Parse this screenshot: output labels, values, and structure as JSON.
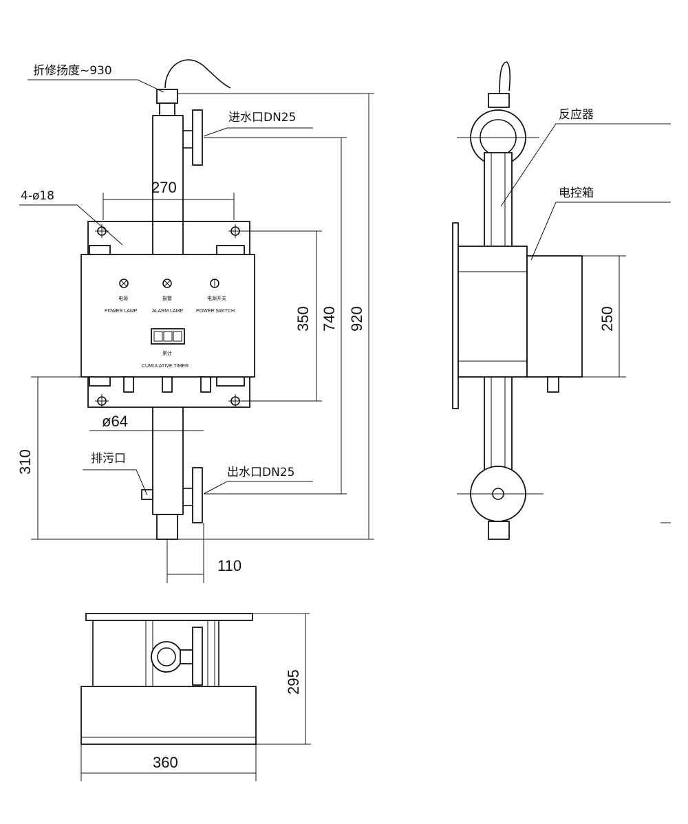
{
  "labels": {
    "cable_length": "折修扬度~930",
    "water_inlet": "进水口DN25",
    "water_outlet": "出水口DN25",
    "drain": "排污口",
    "mount_holes": "4-ø18",
    "reactor": "反应器",
    "control_box": "电控箱"
  },
  "dimensions": {
    "width_270": "270",
    "height_350": "350",
    "height_740": "740",
    "height_920": "920",
    "pipe_dia": "ø64",
    "height_310": "310",
    "offset_110": "110",
    "depth_250": "250",
    "height_295": "295",
    "width_360": "360"
  },
  "panel": {
    "lamp1_cn": "电源",
    "lamp1_en": "POWER LAMP",
    "lamp2_cn": "报警",
    "lamp2_en": "ALARM LAMP",
    "switch_cn": "电源开关",
    "switch_en": "POWER SWITCH",
    "timer_cn": "累计",
    "timer_en": "CUMULATIVE TIMER"
  }
}
